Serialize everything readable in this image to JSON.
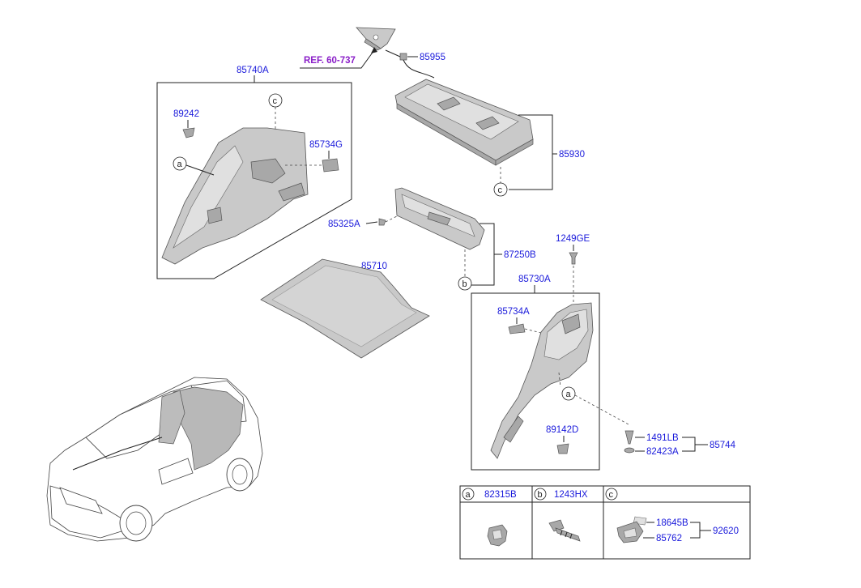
{
  "ref_label": "REF. 60-737",
  "callouts": {
    "a": "a",
    "b": "b",
    "c": "c"
  },
  "parts": {
    "p85955": "85955",
    "p85740A": "85740A",
    "p89242": "89242",
    "p85734G": "85734G",
    "p85930": "85930",
    "p85325A": "85325A",
    "p87250B": "87250B",
    "p1249GE": "1249GE",
    "p85710": "85710",
    "p85730A": "85730A",
    "p85734A": "85734A",
    "p89142D": "89142D",
    "p1491LB": "1491LB",
    "p82423A": "82423A",
    "p85744": "85744"
  },
  "legend_table": {
    "cells": [
      {
        "letter": "a",
        "part": "82315B"
      },
      {
        "letter": "b",
        "part": "1243HX"
      },
      {
        "letter": "c",
        "part": ""
      }
    ],
    "c_parts": {
      "p18645B": "18645B",
      "p85762": "85762",
      "p92620": "92620"
    }
  },
  "colors": {
    "label": "#1a1adb",
    "ref": "#8a1ec8",
    "part_fill": "#c9c9c9"
  }
}
